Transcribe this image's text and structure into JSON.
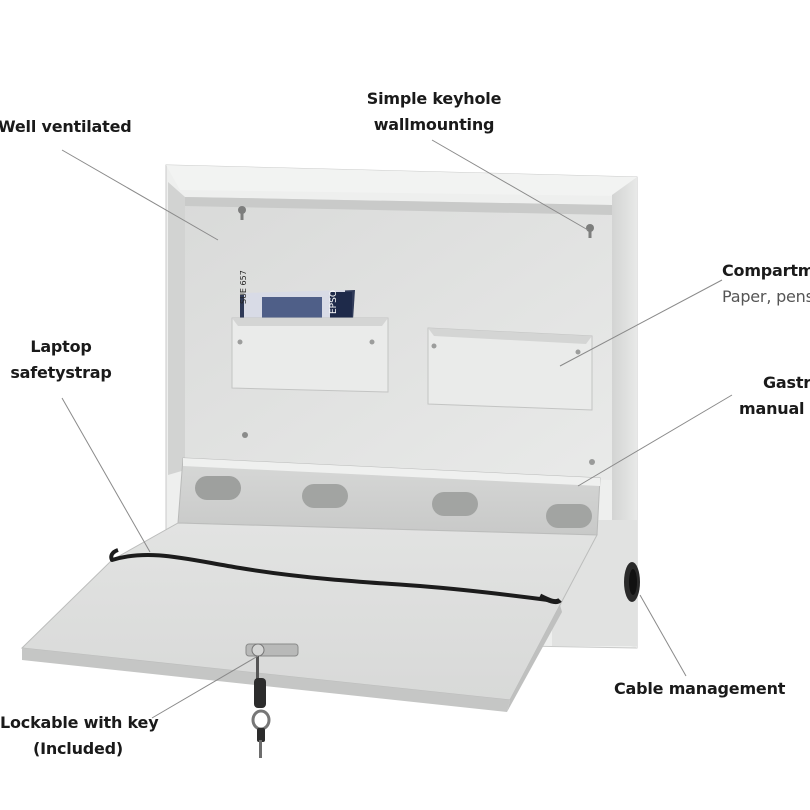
{
  "annotations": {
    "ventilated": "Well ventilated",
    "keyhole_line1": "Simple keyhole",
    "keyhole_line2": "wallmounting",
    "compartment_title": "Compartm",
    "compartment_sub": "Paper, pens",
    "strap_line1": "Laptop",
    "strap_line2": "safetystrap",
    "gas_line1": "Gastr",
    "gas_line2": "manual c",
    "cable": "Cable management",
    "lock_line1": "Lockable with key",
    "lock_line2": "(Included)"
  },
  "product": {
    "magazine_text_1": "SUE 657",
    "magazine_text_2": "EPSO"
  },
  "colors": {
    "cabinet": "#e6e7e6",
    "cabinet_shadow": "#cfd0cf",
    "strap": "#1c1c1c",
    "leader_line": "#8a8a8a"
  }
}
